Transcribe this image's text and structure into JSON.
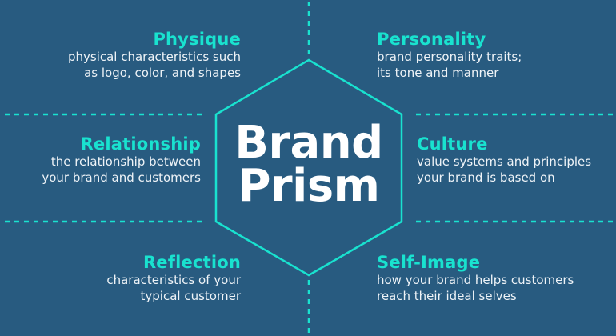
{
  "diagram": {
    "title_line1": "Brand",
    "title_line2": "Prism",
    "colors": {
      "background": "#285b80",
      "accent": "#19e2cf",
      "title_text": "#ffffff",
      "body_text": "#eef3f7"
    },
    "shape": "hexagon",
    "sections": {
      "physique": {
        "title": "Physique",
        "line1": "physical characteristics such",
        "line2": "as logo, color, and shapes"
      },
      "personality": {
        "title": "Personality",
        "line1": "brand personality traits;",
        "line2": "its tone and manner"
      },
      "relationship": {
        "title": "Relationship",
        "line1": "the relationship between",
        "line2": "your brand and customers"
      },
      "culture": {
        "title": "Culture",
        "line1": "value systems and principles",
        "line2": "your brand is based on"
      },
      "reflection": {
        "title": "Reflection",
        "line1": "characteristics of your",
        "line2": "typical customer"
      },
      "self_image": {
        "title": "Self-Image",
        "line1": "how your brand helps customers",
        "line2": "reach their ideal selves"
      }
    }
  }
}
